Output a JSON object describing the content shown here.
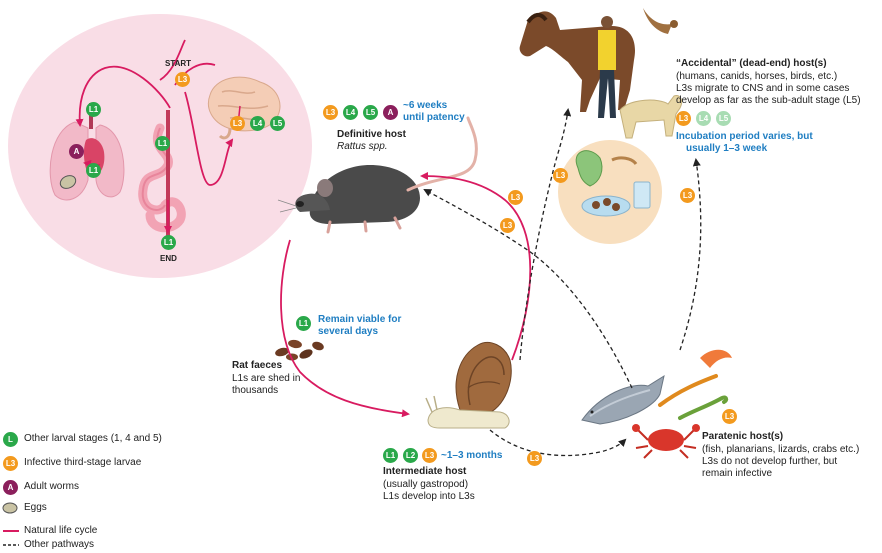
{
  "inset": {
    "start_label": "START",
    "end_label": "END"
  },
  "definitive_host": {
    "period": "~6 weeks until patency",
    "period_line1": "~6 weeks",
    "period_line2": "until patency",
    "title": "Definitive host",
    "species": "Rattus spp."
  },
  "rat_faeces": {
    "viability_line1": "Remain viable for",
    "viability_line2": "several days",
    "title": "Rat faeces",
    "desc_line1": "L1s are shed in",
    "desc_line2": "thousands"
  },
  "intermediate_host": {
    "period": "~1–3 months",
    "title": "Intermediate host",
    "line1": "(usually gastropod)",
    "line2": "L1s develop into L3s"
  },
  "paratenic_host": {
    "title": "Paratenic host(s)",
    "line1": "(fish, planarians, lizards, crabs etc.)",
    "line2": "L3s do not develop further, but",
    "line3": "remain infective"
  },
  "accidental_host": {
    "title": "“Accidental” (dead-end) host(s)",
    "line1": "(humans, canids, horses, birds, etc.)",
    "line2": "L3s migrate to CNS and in some cases",
    "line3": "develop as far as the sub-adult stage (L5)",
    "incubation_line1": "Incubation period varies, but",
    "incubation_line2": "usually 1–3 week"
  },
  "stages": {
    "L1": "L1",
    "L2": "L2",
    "L3": "L3",
    "L4": "L4",
    "L5": "L5",
    "A": "A",
    "L": "L"
  },
  "legend": {
    "other_larval": "Other larval stages (1, 4 and 5)",
    "infective": "Infective third-stage larvae",
    "adult": "Adult worms",
    "eggs": "Eggs",
    "natural": "Natural life cycle",
    "other_pathways": "Other pathways"
  },
  "colors": {
    "natural_cycle": "#d81b60",
    "other_pathways": "#222222",
    "larval_green": "#2aa84a",
    "infective_orange": "#f39a1e",
    "adult_purple": "#8b1f5c",
    "inset_bg": "#f9dde6",
    "label_blue": "#1f7ec2"
  }
}
